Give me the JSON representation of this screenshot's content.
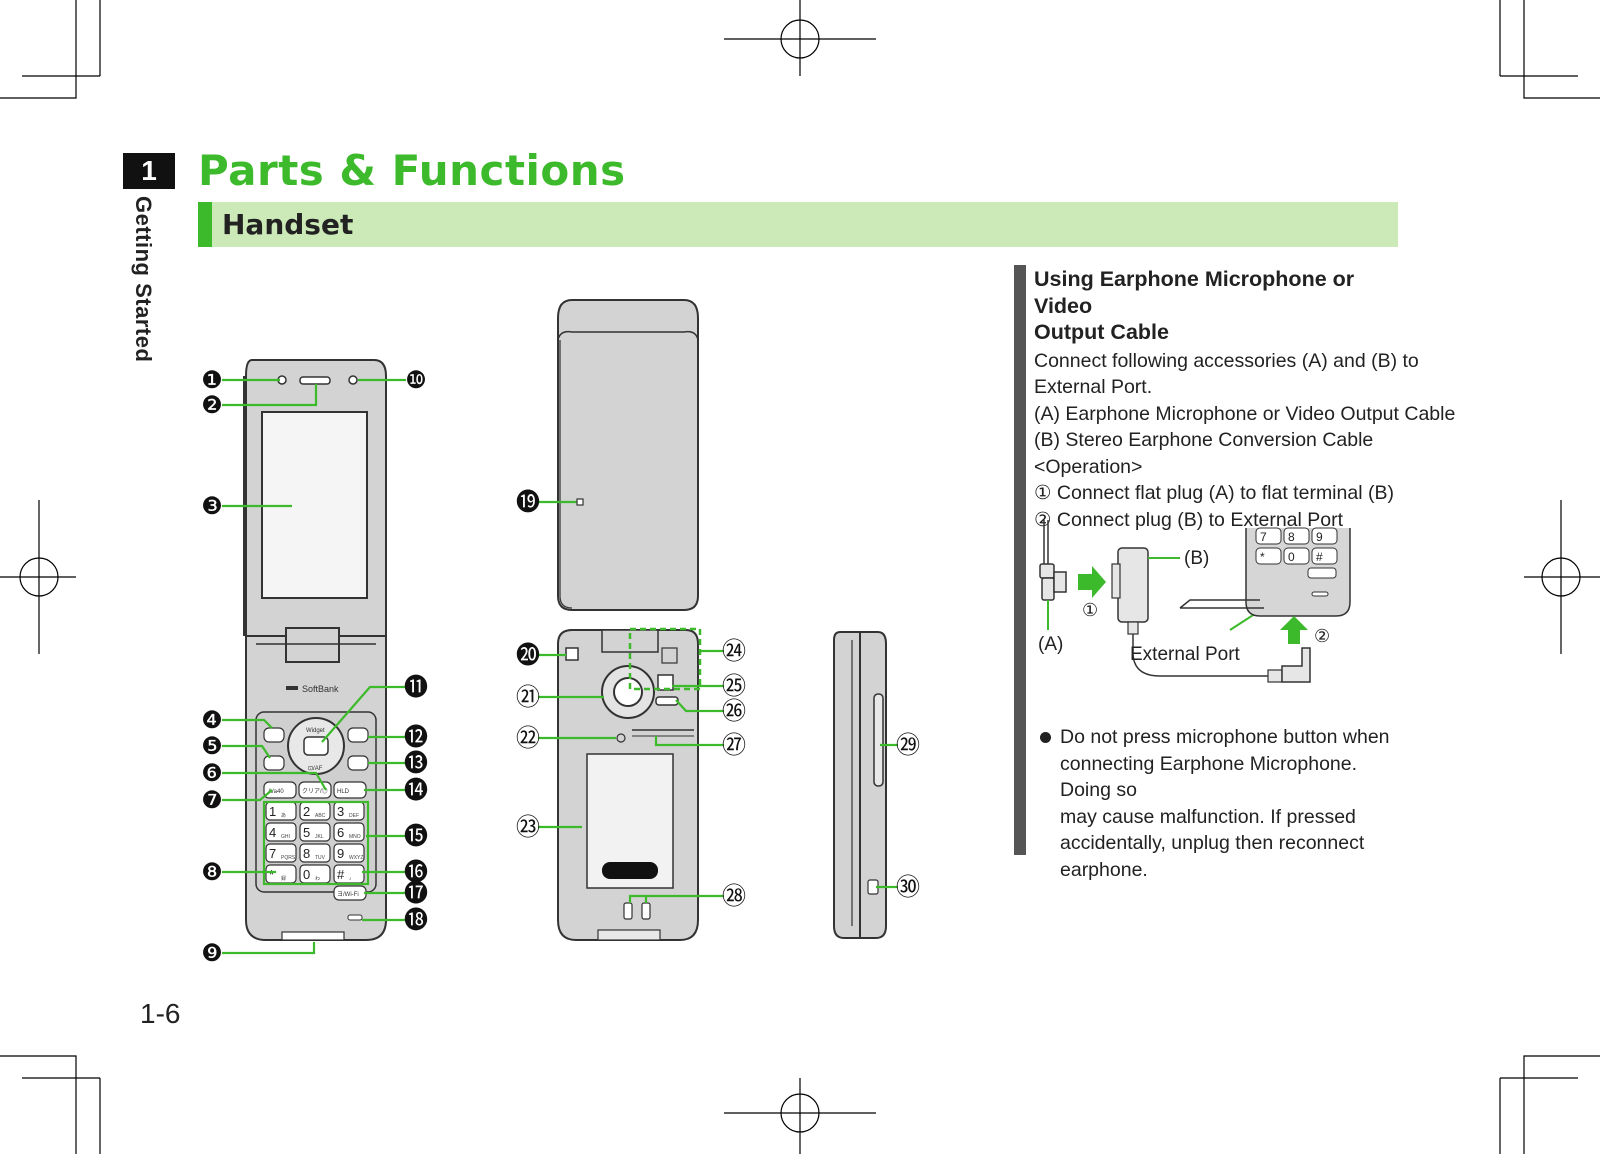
{
  "chapter": {
    "number": "1",
    "title": "Getting Started"
  },
  "page": {
    "title": "Parts & Functions",
    "section": "Handset",
    "number": "1-6"
  },
  "callouts": [
    "❶",
    "❷",
    "❸",
    "❹",
    "❺",
    "❻",
    "❼",
    "❽",
    "❾",
    "❿",
    "⓫",
    "⓬",
    "⓭",
    "⓮",
    "⓯",
    "⓰",
    "⓱",
    "⓲",
    "⓳",
    "⓴",
    "㉑",
    "㉒",
    "㉓",
    "㉔",
    "㉕",
    "㉖",
    "㉗",
    "㉘",
    "㉙",
    "㉚"
  ],
  "phone": {
    "brand": "SoftBank",
    "key_widget": "Widget",
    "key_camera_af": "⊡/AF",
    "key_hold": "HLD",
    "key_clear": "クリア/◎",
    "key_call": "A/a40",
    "key_wifi": "ヨ/Wi-Fi",
    "keypad": [
      {
        "num": "1",
        "sub": "あ"
      },
      {
        "num": "2",
        "sub": "ABC"
      },
      {
        "num": "3",
        "sub": "DEF"
      },
      {
        "num": "4",
        "sub": "GHI"
      },
      {
        "num": "5",
        "sub": "JKL"
      },
      {
        "num": "6",
        "sub": "MNO"
      },
      {
        "num": "7",
        "sub": "PQRS"
      },
      {
        "num": "8",
        "sub": "TUV"
      },
      {
        "num": "9",
        "sub": "WXYZ"
      },
      {
        "num": "*",
        "sub": "録"
      },
      {
        "num": "0",
        "sub": "わ"
      },
      {
        "num": "#",
        "sub": "♪"
      }
    ]
  },
  "info": {
    "heading_line1": "Using Earphone Microphone or Video",
    "heading_line2": "Output Cable",
    "lines": [
      "Connect following accessories (A) and (B) to",
      "External Port.",
      "(A) Earphone Microphone or Video Output Cable",
      "(B) Stereo Earphone Conversion Cable",
      "<Operation>",
      "① Connect flat plug (A) to flat terminal (B)",
      "② Connect plug (B) to External Port"
    ],
    "diagram": {
      "label_a": "(A)",
      "label_b": "(B)",
      "step1": "①",
      "step2": "②",
      "port_label": "External Port",
      "keys": [
        "7",
        "8",
        "9",
        "*",
        "0",
        "#"
      ]
    },
    "bullet_lines": [
      "Do not press microphone button when",
      "connecting Earphone Microphone. Doing so",
      "may cause malfunction. If pressed",
      "accidentally, unplug then reconnect",
      "earphone."
    ]
  },
  "colors": {
    "accent": "#3dba2b",
    "section_bg": "#cbeab7",
    "phone_body": "#d3d3d3",
    "callout_line": "#3dba2b"
  }
}
